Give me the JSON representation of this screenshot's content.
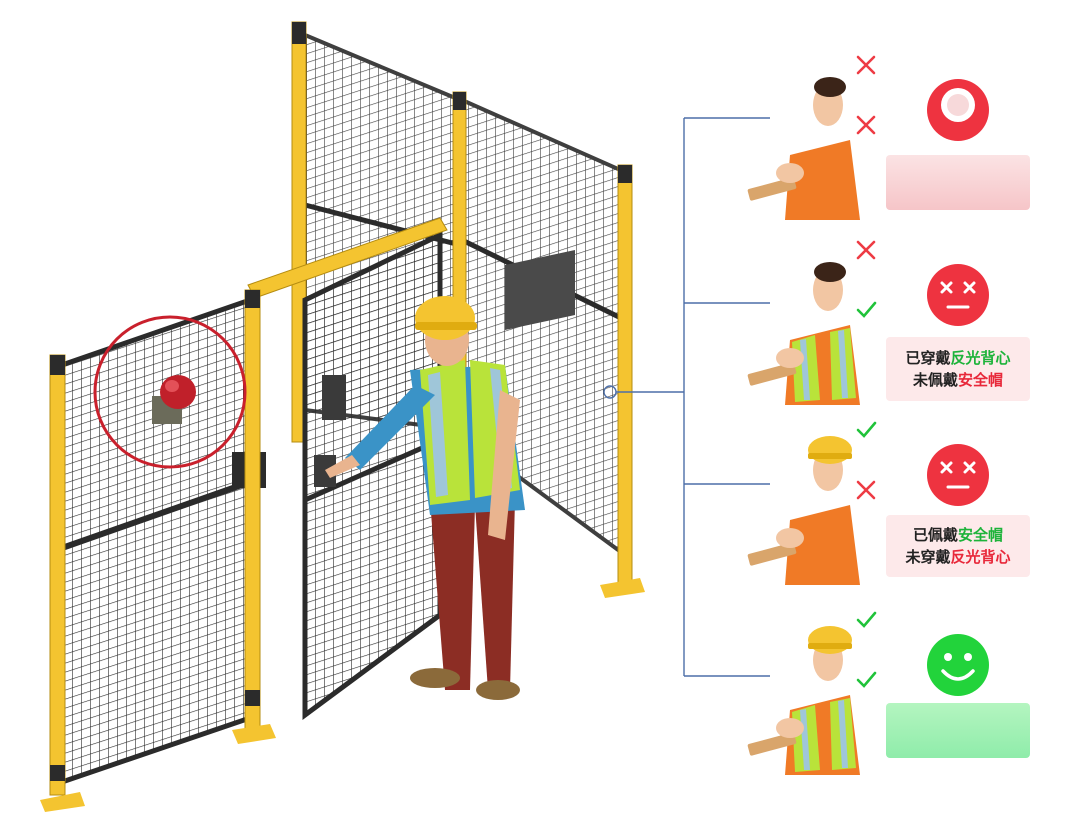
{
  "status_rows": [
    {
      "helmet": "cross",
      "vest": "cross",
      "face": "alarm-light",
      "panel": {
        "line1": "",
        "line2": ""
      }
    },
    {
      "helmet": "cross",
      "vest": "check",
      "face": "sad",
      "panel": {
        "line1_prefix": "已穿戴",
        "line1_item": "反光背心",
        "line2_prefix": "未佩戴",
        "line2_item": "安全帽"
      }
    },
    {
      "helmet": "check",
      "vest": "cross",
      "face": "sad",
      "panel": {
        "line1_prefix": "已佩戴",
        "line1_item": "安全帽",
        "line2_prefix": "未穿戴",
        "line2_item": "反光背心"
      }
    },
    {
      "helmet": "check",
      "vest": "check",
      "face": "happy",
      "panel": {
        "line1": "",
        "line2": ""
      }
    }
  ],
  "colors": {
    "frame": "#f4c430",
    "mesh": "#2b2b2b",
    "cross": "#ee3b44",
    "check": "#20c33a",
    "sad_face": "#ee3340",
    "happy_face": "#22d33b",
    "vest": "#b9e33a",
    "reflective_strip": "#9fc6d9",
    "connector": "#4d6fa8"
  },
  "icons": {
    "cross": "cross-icon",
    "check": "check-icon",
    "sad": "sad-face-icon",
    "happy": "happy-face-icon",
    "alarm": "alarm-light-icon"
  }
}
